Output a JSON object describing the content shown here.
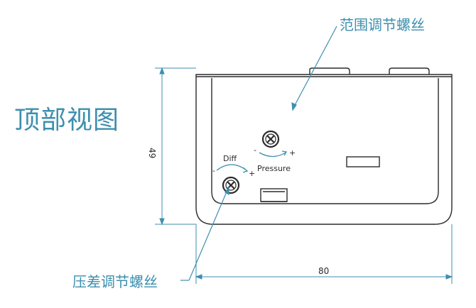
{
  "view_title": "顶部视图",
  "callouts": {
    "range_screw": "范围调节螺丝",
    "diff_screw": "压差调节螺丝"
  },
  "dimensions": {
    "height": "49",
    "width": "80"
  },
  "labels": {
    "diff": "Diff",
    "pressure": "Pressure",
    "minus": "-",
    "plus": "+"
  },
  "colors": {
    "annotation": "#3d8fae",
    "line": "#2b2b2b"
  }
}
